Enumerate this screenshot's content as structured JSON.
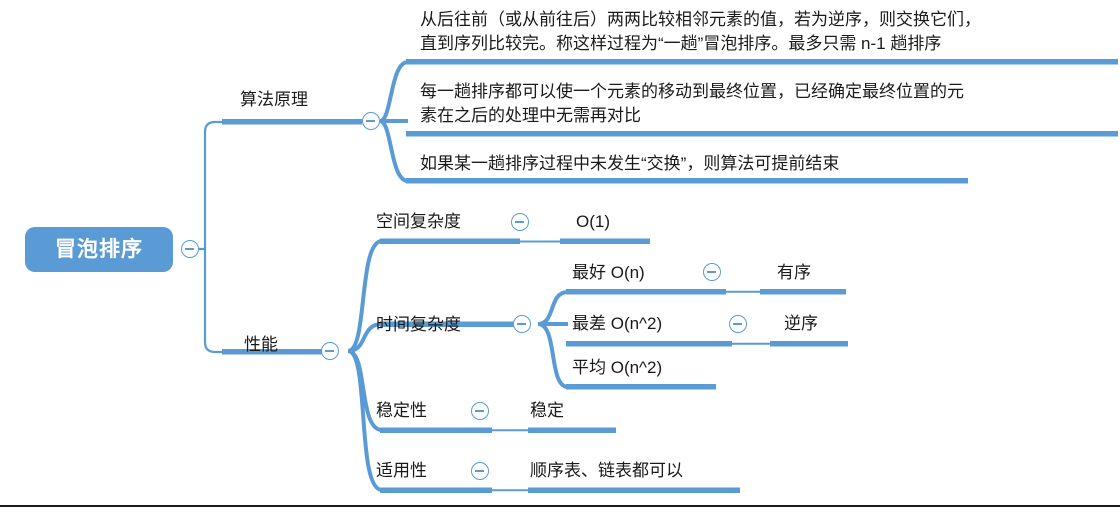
{
  "title": "冒泡排序",
  "colors": {
    "accent": "#5B9BD5",
    "root_fill": "#5B9BD5",
    "root_text": "#ffffff",
    "node_text": "#1a1a1a",
    "background": "#ffffff",
    "rule": "#1a1a1a"
  },
  "root": {
    "label": "冒泡排序",
    "toggle": "collapse-toggle-minus"
  },
  "branches": [
    {
      "id": "principle",
      "label": "算法原理",
      "toggle": "collapse-toggle-minus",
      "children": [
        {
          "id": "principle-1",
          "label": "从后往前（或从前往后）两两比较相邻元素的值，若为逆序，则交换它们，\n直到序列比较完。称这样过程为“一趟”冒泡排序。最多只需 n-1 趟排序"
        },
        {
          "id": "principle-2",
          "label": "每一趟排序都可以使一个元素的移动到最终位置，已经确定最终位置的元\n素在之后的处理中无需再对比"
        },
        {
          "id": "principle-3",
          "label": "如果某一趟排序过程中未发生“交换”，则算法可提前结束"
        }
      ]
    },
    {
      "id": "performance",
      "label": "性能",
      "toggle": "collapse-toggle-minus",
      "children": [
        {
          "id": "space",
          "label": "空间复杂度",
          "toggle": "collapse-toggle-minus",
          "children": [
            {
              "id": "space-value",
              "label": "O(1)"
            }
          ]
        },
        {
          "id": "time",
          "label": "时间复杂度",
          "toggle": "collapse-toggle-minus",
          "children": [
            {
              "id": "time-best",
              "label": "最好 O(n)",
              "toggle": "collapse-toggle-minus",
              "children": [
                {
                  "id": "time-best-value",
                  "label": "有序"
                }
              ]
            },
            {
              "id": "time-worst",
              "label": "最差 O(n^2)",
              "toggle": "collapse-toggle-minus",
              "children": [
                {
                  "id": "time-worst-value",
                  "label": "逆序"
                }
              ]
            },
            {
              "id": "time-avg",
              "label": "平均 O(n^2)"
            }
          ]
        },
        {
          "id": "stability",
          "label": "稳定性",
          "toggle": "collapse-toggle-minus",
          "children": [
            {
              "id": "stability-value",
              "label": "稳定"
            }
          ]
        },
        {
          "id": "applicability",
          "label": "适用性",
          "toggle": "collapse-toggle-minus",
          "children": [
            {
              "id": "applicability-value",
              "label": "顺序表、链表都可以"
            }
          ]
        }
      ]
    }
  ]
}
